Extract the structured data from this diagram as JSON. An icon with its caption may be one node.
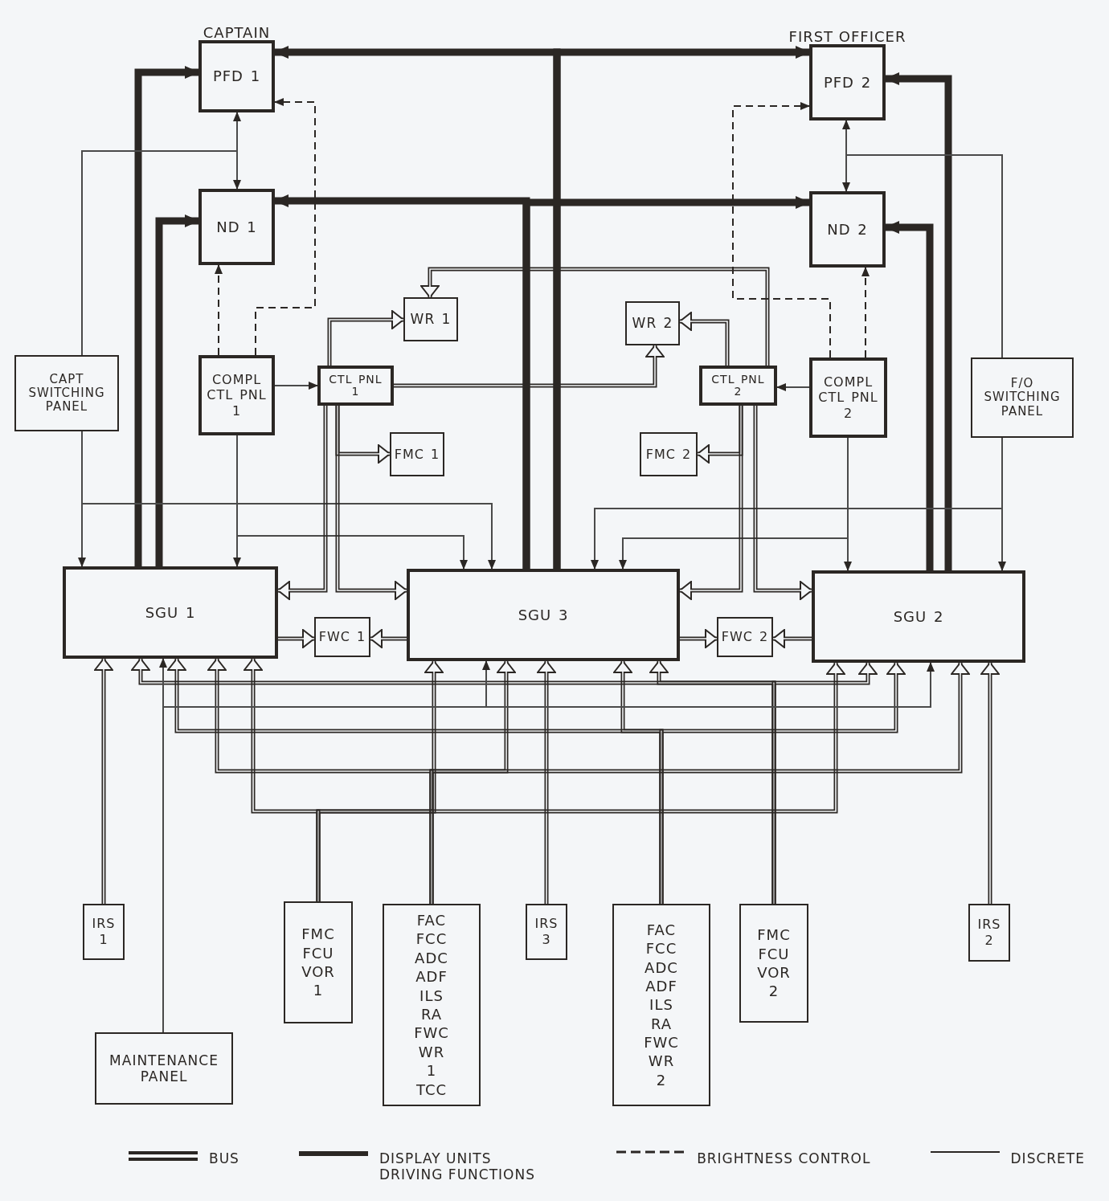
{
  "diagram": {
    "nodes": [
      {
        "text": [
          "PFD 1"
        ],
        "beside": [
          "CAPTAIN"
        ]
      },
      {
        "text": [
          "PFD 2"
        ],
        "beside": [
          "FIRST OFFICER"
        ]
      },
      {
        "text": [
          "ND 1"
        ]
      },
      {
        "text": [
          "ND 2"
        ]
      },
      {
        "text": [
          "WR 1"
        ]
      },
      {
        "text": [
          "WR 2"
        ]
      },
      {
        "text": [
          "CAPT SWITCHING PANEL"
        ]
      },
      {
        "text": [
          "COMPL CTL PNL 1"
        ]
      },
      {
        "text": [
          "CTL PNL 1"
        ]
      },
      {
        "text": [
          "CTL PNL 2"
        ]
      },
      {
        "text": [
          "COMPL CTL PNL 2"
        ]
      },
      {
        "text": [
          "F/O SWITCHING PANEL"
        ]
      },
      {
        "text": [
          "FMC 1"
        ]
      },
      {
        "text": [
          "FMC 2"
        ]
      },
      {
        "text": [
          "SGU 1"
        ]
      },
      {
        "text": [
          "SGU 3"
        ]
      },
      {
        "text": [
          "SGU 2"
        ]
      },
      {
        "text": [
          "FWC 1"
        ]
      },
      {
        "text": [
          "FWC 2"
        ]
      },
      {
        "text": [
          "IRS 1"
        ]
      },
      {
        "text": [
          "FMC FCU VOR 1"
        ]
      },
      {
        "text": [
          "FAC FCC ADC ADF ILS RA FWC WR 1 TCC"
        ]
      },
      {
        "text": [
          "IRS 3"
        ]
      },
      {
        "text": [
          "FAC FCC ADC ADF ILS RA FWC WR 2"
        ]
      },
      {
        "text": [
          "FMC FCU VOR 2"
        ]
      },
      {
        "text": [
          "IRS 2"
        ]
      },
      {
        "text": [
          "MAINTENANCE PANEL"
        ]
      }
    ],
    "edges": [
      {
        "from": 15,
        "to": 0,
        "arrow": "to",
        "style": "thick"
      },
      {
        "from": 15,
        "to": 1,
        "arrow": "to",
        "style": "thick"
      },
      {
        "from": 15,
        "to": 2,
        "arrow": "to",
        "style": "thick"
      },
      {
        "from": 15,
        "to": 3,
        "arrow": "to",
        "style": "thick"
      },
      {
        "from": 14,
        "to": 0,
        "arrow": "to",
        "style": "thick"
      },
      {
        "from": 14,
        "to": 2,
        "arrow": "to",
        "style": "thick"
      },
      {
        "from": 16,
        "to": 1,
        "arrow": "to",
        "style": "thick"
      },
      {
        "from": 16,
        "to": 3,
        "arrow": "to",
        "style": "thick"
      },
      {
        "from": 6,
        "to": 0,
        "arrow": "to",
        "color": "#4a4a4a"
      },
      {
        "from": 6,
        "to": 2,
        "arrow": "to",
        "color": "#4a4a4a"
      },
      {
        "from": 11,
        "to": 1,
        "arrow": "to",
        "color": "#4a4a4a"
      },
      {
        "from": 11,
        "to": 3,
        "arrow": "to",
        "color": "#4a4a4a"
      },
      {
        "from": 6,
        "to": 14,
        "arrow": "to",
        "color": "#4a4a4a"
      },
      {
        "from": 6,
        "to": 15,
        "arrow": "to",
        "color": "#4a4a4a"
      },
      {
        "from": 7,
        "to": 14,
        "arrow": "to",
        "color": "#4a4a4a"
      },
      {
        "from": 7,
        "to": 15,
        "arrow": "to",
        "color": "#4a4a4a"
      },
      {
        "from": 11,
        "to": 16,
        "arrow": "to",
        "color": "#4a4a4a"
      },
      {
        "from": 11,
        "to": 15,
        "arrow": "to",
        "color": "#4a4a4a"
      },
      {
        "from": 10,
        "to": 16,
        "arrow": "to",
        "color": "#4a4a4a"
      },
      {
        "from": 10,
        "to": 15,
        "arrow": "to",
        "color": "#4a4a4a"
      },
      {
        "from": 7,
        "to": 8,
        "arrow": "to",
        "color": "#4a4a4a"
      },
      {
        "from": 10,
        "to": 9,
        "arrow": "to",
        "color": "#4a4a4a"
      },
      {
        "from": 7,
        "to": 2,
        "arrow": "to",
        "style": "dashed"
      },
      {
        "from": 7,
        "to": 0,
        "arrow": "to",
        "style": "dashed"
      },
      {
        "from": 10,
        "to": 3,
        "arrow": "to",
        "style": "dashed"
      },
      {
        "from": 10,
        "to": 1,
        "arrow": "to",
        "style": "dashed"
      },
      {
        "from": 8,
        "to": 4,
        "arrow": "to"
      },
      {
        "from": 8,
        "to": 5,
        "arrow": "to"
      },
      {
        "from": 8,
        "to": 12,
        "arrow": "to"
      },
      {
        "from": 8,
        "to": 14,
        "arrow": "to"
      },
      {
        "from": 8,
        "to": 15,
        "arrow": "to"
      },
      {
        "from": 9,
        "to": 5,
        "arrow": "to"
      },
      {
        "from": 9,
        "to": 4,
        "arrow": "to"
      },
      {
        "from": 9,
        "to": 13,
        "arrow": "to"
      },
      {
        "from": 9,
        "to": 15,
        "arrow": "to"
      },
      {
        "from": 9,
        "to": 16,
        "arrow": "to"
      },
      {
        "from": 14,
        "to": 17,
        "arrow": "to"
      },
      {
        "from": 15,
        "to": 17,
        "arrow": "to"
      },
      {
        "from": 15,
        "to": 18,
        "arrow": "to"
      },
      {
        "from": 16,
        "to": 18,
        "arrow": "to"
      },
      {
        "from": 19,
        "to": 14,
        "arrow": "to"
      },
      {
        "from": 25,
        "to": 16,
        "arrow": "to"
      },
      {
        "from": 22,
        "to": 15,
        "arrow": "to"
      },
      {
        "from": 24,
        "to": 14,
        "arrow": "to"
      },
      {
        "from": 24,
        "to": 15,
        "arrow": "to"
      },
      {
        "from": 24,
        "to": 16,
        "arrow": "to"
      },
      {
        "from": 23,
        "to": 14,
        "arrow": "to"
      },
      {
        "from": 23,
        "to": 15,
        "arrow": "to"
      },
      {
        "from": 23,
        "to": 16,
        "arrow": "to"
      },
      {
        "from": 21,
        "to": 14,
        "arrow": "to"
      },
      {
        "from": 21,
        "to": 15,
        "arrow": "to"
      },
      {
        "from": 21,
        "to": 16,
        "arrow": "to"
      },
      {
        "from": 20,
        "to": 14,
        "arrow": "to"
      },
      {
        "from": 20,
        "to": 15,
        "arrow": "to"
      },
      {
        "from": 20,
        "to": 16,
        "arrow": "to"
      },
      {
        "from": 26,
        "to": 14,
        "arrow": "to",
        "color": "#4a4a4a"
      },
      {
        "from": 26,
        "to": 15,
        "arrow": "to",
        "color": "#4a4a4a"
      },
      {
        "from": 26,
        "to": 16,
        "arrow": "to",
        "color": "#4a4a4a"
      }
    ],
    "legend": [
      {
        "text": "BUS"
      },
      {
        "text": "DISPLAY UNITS DRIVING FUNCTIONS"
      },
      {
        "text": "BRIGHTNESS CONTROL"
      },
      {
        "text": "DISCRETE"
      }
    ]
  }
}
